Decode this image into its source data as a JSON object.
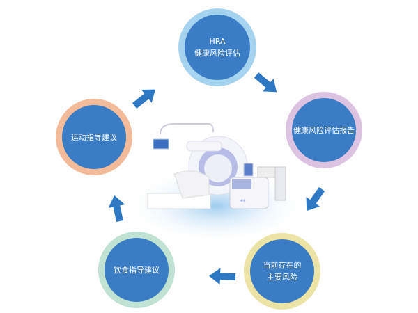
{
  "nodes": [
    {
      "line1": "HRA",
      "line2": "健康风险评估",
      "ring": "#a6d3f0"
    },
    {
      "line1": "健康风险评估报告",
      "line2": "",
      "ring": "#dcc3e2"
    },
    {
      "line1": "当前存在的",
      "line2": "主要风险",
      "ring": "#ece3a6"
    },
    {
      "line1": "饮食指导建议",
      "line2": "",
      "ring": "#bfe2d3"
    },
    {
      "line1": "运动指导建议",
      "line2": "",
      "ring": "#f3bb9a"
    }
  ],
  "colors": {
    "inner": "#3b7dc4",
    "arrow": "#2f78c4"
  },
  "device": {
    "label": "HRA"
  }
}
